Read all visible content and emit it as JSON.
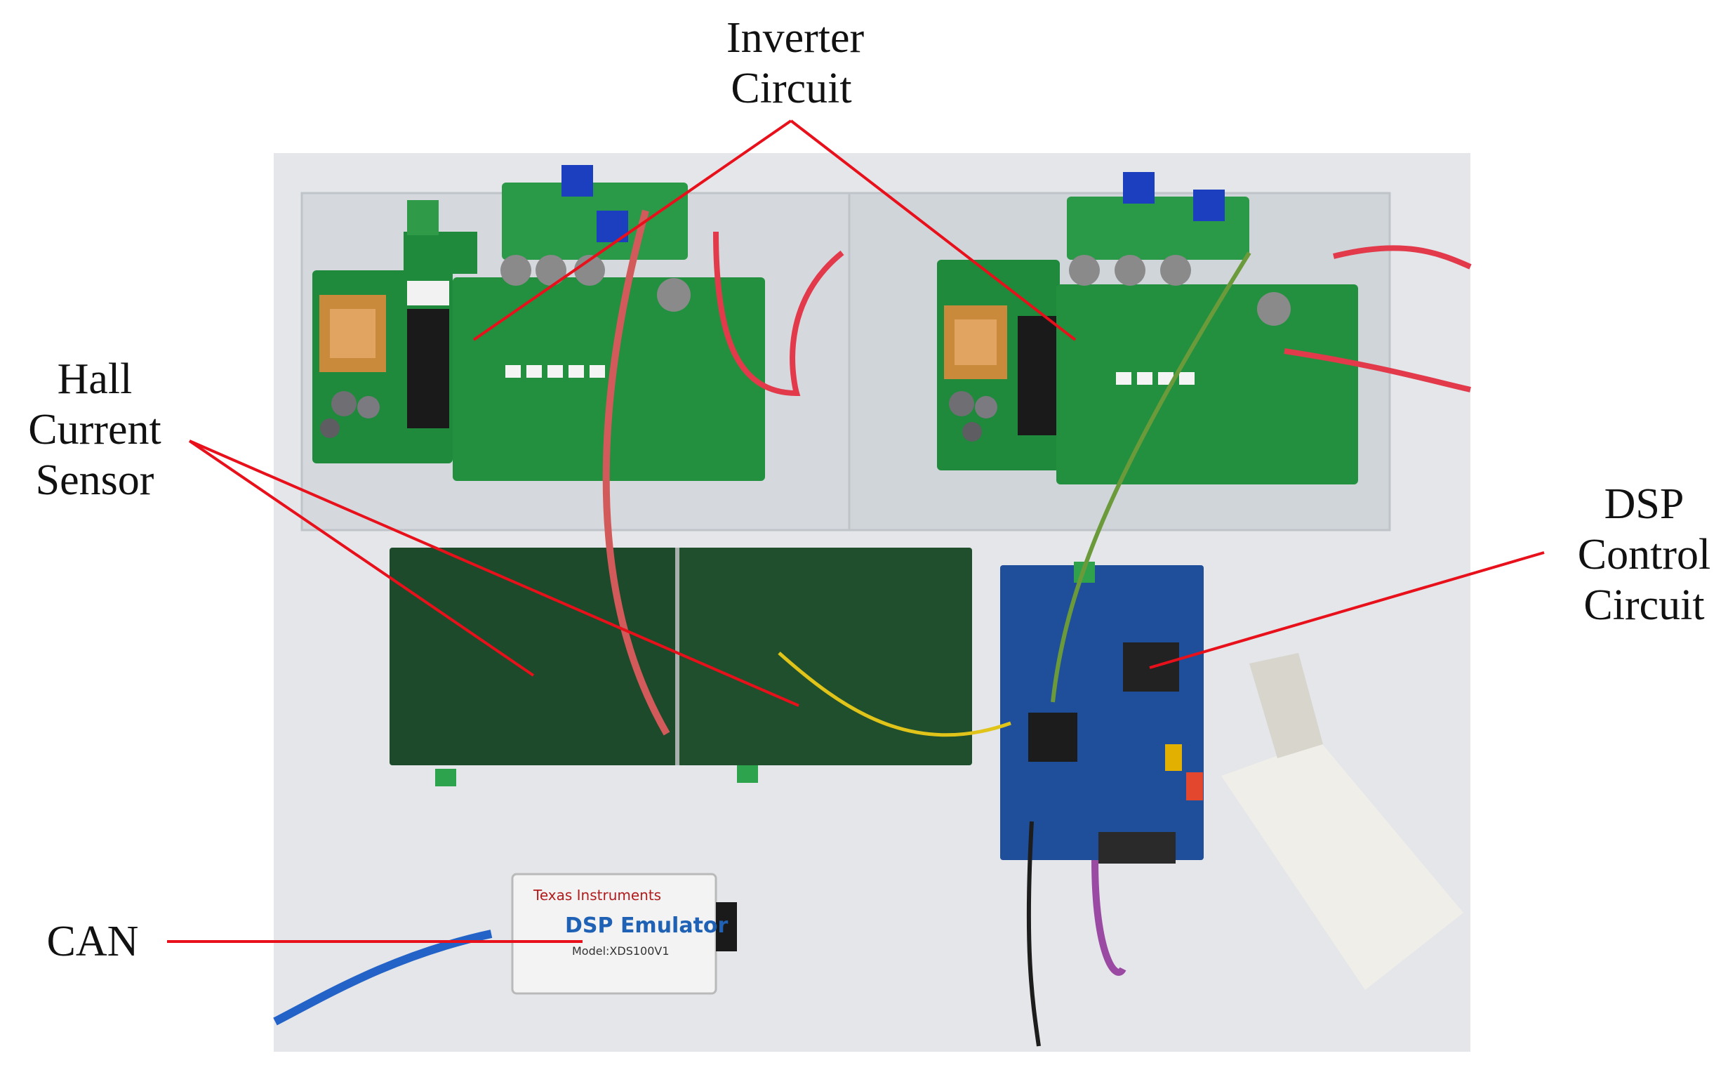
{
  "labels": {
    "inverter": [
      "Inverter",
      "Circuit"
    ],
    "hall": [
      "Hall",
      "Current",
      "Sensor"
    ],
    "dsp": [
      "DSP",
      "Control",
      "Circuit"
    ],
    "can": "CAN"
  },
  "emulator": {
    "brand": "Texas Instruments",
    "title": "DSP Emulator",
    "model": "Model:XDS100V1"
  },
  "colors": {
    "annotation_line": "#e8101a",
    "pcb_green": "#1f8a3c",
    "sensor_board": "#1c4a2a",
    "dsp_board": "#1f4f9a",
    "table": "#e6e7ea"
  }
}
